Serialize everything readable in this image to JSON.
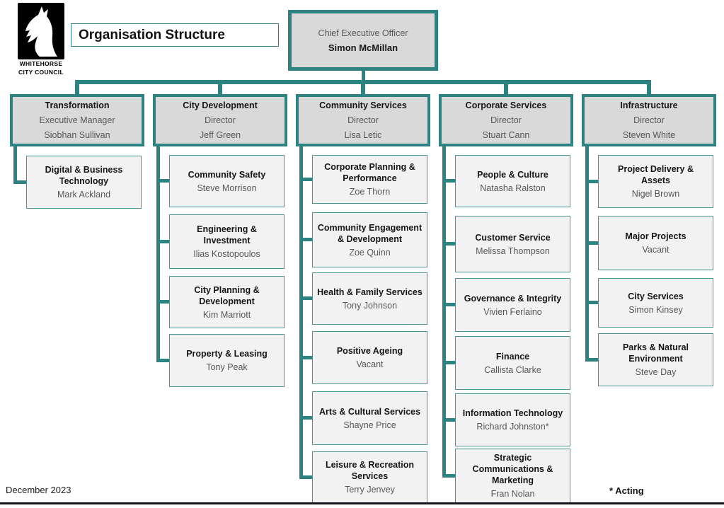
{
  "page": {
    "title": "Organisation Structure",
    "date": "December 2023",
    "footnote": "* Acting",
    "logo": {
      "line1": "WHITEHORSE",
      "line2": "CITY COUNCIL"
    }
  },
  "colors": {
    "accent_teal": "#2C8382",
    "unit_border_teal": "#4A9694",
    "header_fill": "#D9D9D9",
    "unit_fill": "#F2F2F2",
    "muted_text": "#575757"
  },
  "ceo": {
    "role": "Chief Executive Officer",
    "name": "Simon McMillan"
  },
  "divisions": [
    {
      "title": "Transformation",
      "role": "Executive Manager",
      "name": "Siobhan Sullivan",
      "units": [
        {
          "title": "Digital & Business Technology",
          "name": "Mark Ackland"
        }
      ]
    },
    {
      "title": "City Development",
      "role": "Director",
      "name": "Jeff Green",
      "units": [
        {
          "title": "Community Safety",
          "name": "Steve Morrison"
        },
        {
          "title": "Engineering & Investment",
          "name": "Ilias Kostopoulos"
        },
        {
          "title": "City Planning & Development",
          "name": "Kim Marriott"
        },
        {
          "title": "Property & Leasing",
          "name": "Tony Peak"
        }
      ]
    },
    {
      "title": "Community Services",
      "role": "Director",
      "name": "Lisa Letic",
      "units": [
        {
          "title": "Corporate Planning & Performance",
          "name": "Zoe Thorn"
        },
        {
          "title": "Community Engagement & Development",
          "name": "Zoe Quinn"
        },
        {
          "title": "Health & Family Services",
          "name": "Tony Johnson"
        },
        {
          "title": "Positive Ageing",
          "name": "Vacant"
        },
        {
          "title": "Arts & Cultural Services",
          "name": "Shayne Price"
        },
        {
          "title": "Leisure & Recreation Services",
          "name": "Terry Jenvey"
        }
      ]
    },
    {
      "title": "Corporate Services",
      "role": "Director",
      "name": "Stuart Cann",
      "units": [
        {
          "title": "People & Culture",
          "name": "Natasha Ralston"
        },
        {
          "title": "Customer Service",
          "name": "Melissa Thompson"
        },
        {
          "title": "Governance & Integrity",
          "name": "Vivien Ferlaino"
        },
        {
          "title": "Finance",
          "name": "Callista Clarke"
        },
        {
          "title": "Information Technology",
          "name": "Richard Johnston*"
        },
        {
          "title": "Strategic Communications & Marketing",
          "name": "Fran Nolan"
        }
      ]
    },
    {
      "title": "Infrastructure",
      "role": "Director",
      "name": "Steven White",
      "units": [
        {
          "title": "Project Delivery & Assets",
          "name": "Nigel Brown"
        },
        {
          "title": "Major Projects",
          "name": "Vacant"
        },
        {
          "title": "City Services",
          "name": "Simon Kinsey"
        },
        {
          "title": "Parks & Natural Environment",
          "name": "Steve Day"
        }
      ]
    }
  ]
}
